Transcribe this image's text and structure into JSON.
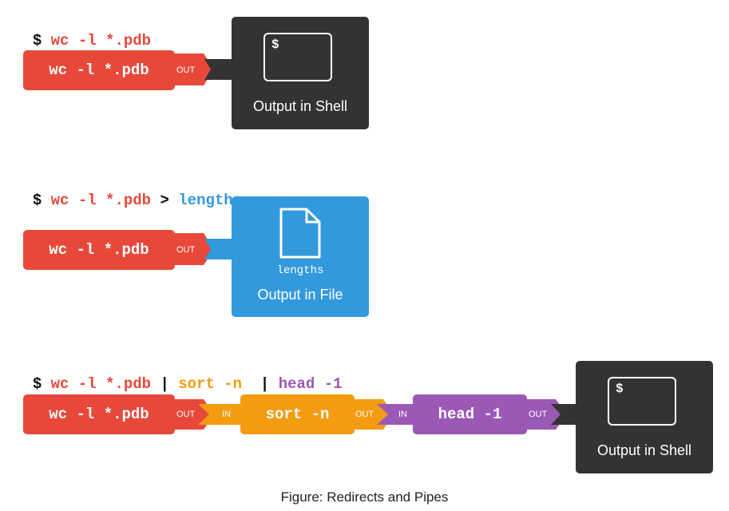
{
  "colors": {
    "red": "#e8483a",
    "orange": "#f39c12",
    "purple": "#9b59b6",
    "blue": "#3399dd",
    "dark": "#333333",
    "text": "#111111"
  },
  "icons": [
    "terminal-icon",
    "document-icon"
  ],
  "row1": {
    "prompt": "$",
    "cmd": "wc -l *.pdb",
    "pill": "wc -l *.pdb",
    "out_tag": "OUT",
    "panel": {
      "prompt": "$",
      "label": "Output in Shell"
    }
  },
  "row2": {
    "prompt": "$",
    "cmd": "wc -l *.pdb",
    "op": ">",
    "target": "lengths",
    "pill": "wc -l *.pdb",
    "out_tag": "OUT",
    "panel": {
      "filename": "lengths",
      "label": "Output in File"
    }
  },
  "row3": {
    "prompt": "$",
    "cmd1": "wc -l *.pdb",
    "pipe1": "|",
    "cmd2": "sort -n",
    "pipe2": "|",
    "cmd3": "head -1",
    "pill1": "wc -l *.pdb",
    "pill2": "sort -n",
    "pill3": "head -1",
    "out1": "OUT",
    "in2": "IN",
    "out2": "OUT",
    "in3": "IN",
    "out3": "OUT",
    "panel": {
      "prompt": "$",
      "label": "Output in Shell"
    }
  },
  "caption": "Figure: Redirects and Pipes"
}
